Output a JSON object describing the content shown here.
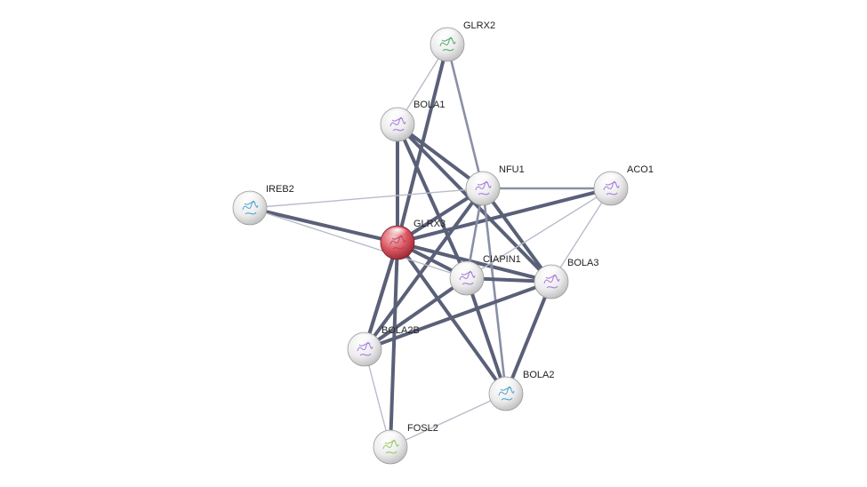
{
  "graph": {
    "nodes": [
      {
        "id": "GLRX3",
        "label": "GLRX3",
        "query": true,
        "glyph": "#b04060"
      },
      {
        "id": "GLRX2",
        "label": "GLRX2",
        "query": false,
        "glyph": "#3fa05a"
      },
      {
        "id": "BOLA1",
        "label": "BOLA1",
        "query": false,
        "glyph": "#9b6bd8"
      },
      {
        "id": "NFU1",
        "label": "NFU1",
        "query": false,
        "glyph": "#9b6bd8"
      },
      {
        "id": "ACO1",
        "label": "ACO1",
        "query": false,
        "glyph": "#9b6bd8"
      },
      {
        "id": "IREB2",
        "label": "IREB2",
        "query": false,
        "glyph": "#3a9bc8"
      },
      {
        "id": "CIAPIN1",
        "label": "CIAPIN1",
        "query": false,
        "glyph": "#9b6bd8"
      },
      {
        "id": "BOLA3",
        "label": "BOLA3",
        "query": false,
        "glyph": "#9b6bd8"
      },
      {
        "id": "BOLA2B",
        "label": "BOLA2B",
        "query": false,
        "glyph": "#9b6bd8"
      },
      {
        "id": "BOLA2",
        "label": "BOLA2",
        "query": false,
        "glyph": "#3a9bc8"
      },
      {
        "id": "FOSL2",
        "label": "FOSL2",
        "query": false,
        "glyph": "#8bc34a"
      }
    ],
    "edges": [
      {
        "source": "GLRX3",
        "target": "GLRX2",
        "strength": "strong"
      },
      {
        "source": "GLRX3",
        "target": "BOLA1",
        "strength": "strong"
      },
      {
        "source": "GLRX3",
        "target": "NFU1",
        "strength": "strong"
      },
      {
        "source": "GLRX3",
        "target": "ACO1",
        "strength": "strong"
      },
      {
        "source": "GLRX3",
        "target": "IREB2",
        "strength": "strong"
      },
      {
        "source": "GLRX3",
        "target": "CIAPIN1",
        "strength": "strong"
      },
      {
        "source": "GLRX3",
        "target": "BOLA3",
        "strength": "strong"
      },
      {
        "source": "GLRX3",
        "target": "BOLA2B",
        "strength": "strong"
      },
      {
        "source": "GLRX3",
        "target": "BOLA2",
        "strength": "strong"
      },
      {
        "source": "GLRX3",
        "target": "FOSL2",
        "strength": "strong"
      },
      {
        "source": "BOLA1",
        "target": "NFU1",
        "strength": "strong"
      },
      {
        "source": "BOLA1",
        "target": "BOLA3",
        "strength": "strong"
      },
      {
        "source": "BOLA1",
        "target": "CIAPIN1",
        "strength": "strong"
      },
      {
        "source": "NFU1",
        "target": "BOLA3",
        "strength": "strong"
      },
      {
        "source": "NFU1",
        "target": "BOLA2B",
        "strength": "strong"
      },
      {
        "source": "NFU1",
        "target": "BOLA2",
        "strength": "medium"
      },
      {
        "source": "CIAPIN1",
        "target": "BOLA3",
        "strength": "strong"
      },
      {
        "source": "CIAPIN1",
        "target": "BOLA2B",
        "strength": "strong"
      },
      {
        "source": "CIAPIN1",
        "target": "BOLA2",
        "strength": "strong"
      },
      {
        "source": "BOLA3",
        "target": "BOLA2B",
        "strength": "strong"
      },
      {
        "source": "BOLA3",
        "target": "BOLA2",
        "strength": "strong"
      },
      {
        "source": "GLRX2",
        "target": "BOLA1",
        "strength": "weak"
      },
      {
        "source": "GLRX2",
        "target": "NFU1",
        "strength": "medium"
      },
      {
        "source": "NFU1",
        "target": "ACO1",
        "strength": "medium"
      },
      {
        "source": "NFU1",
        "target": "IREB2",
        "strength": "weak"
      },
      {
        "source": "NFU1",
        "target": "CIAPIN1",
        "strength": "medium"
      },
      {
        "source": "ACO1",
        "target": "BOLA3",
        "strength": "weak"
      },
      {
        "source": "ACO1",
        "target": "CIAPIN1",
        "strength": "weak"
      },
      {
        "source": "IREB2",
        "target": "CIAPIN1",
        "strength": "weak"
      },
      {
        "source": "BOLA2B",
        "target": "FOSL2",
        "strength": "weak"
      },
      {
        "source": "BOLA2",
        "target": "FOSL2",
        "strength": "weak"
      },
      {
        "source": "GLRX3",
        "target": "BOLA2B",
        "strength": "strong"
      }
    ]
  },
  "colors": {
    "edge_strong": "#5a6078",
    "edge_medium": "#8a8fa6",
    "edge_weak": "#b8bcca",
    "node_fill": "#f2f2f2",
    "query_fill": "#d9535d"
  }
}
